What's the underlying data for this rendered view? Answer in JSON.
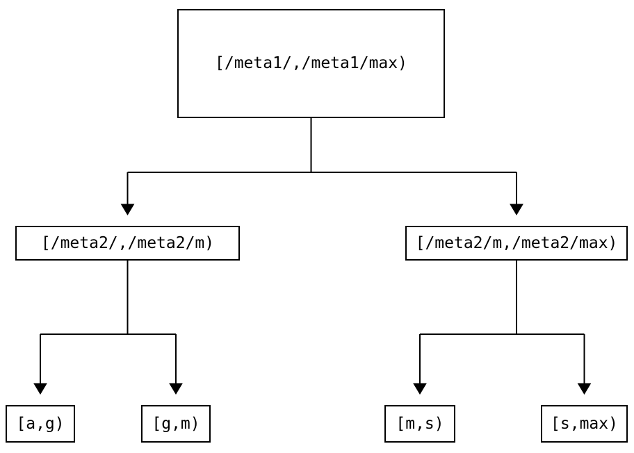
{
  "diagram": {
    "type": "tree",
    "background_color": "#ffffff",
    "line_color": "#000000",
    "text_color": "#000000",
    "nodes": {
      "root": {
        "label": "[/meta1/,/meta1/max)"
      },
      "left_child": {
        "label": "[/meta2/,/meta2/m)"
      },
      "right_child": {
        "label": "[/meta2/m,/meta2/max)"
      },
      "leaf_1": {
        "label": "[a,g)"
      },
      "leaf_2": {
        "label": "[g,m)"
      },
      "leaf_3": {
        "label": "[m,s)"
      },
      "leaf_4": {
        "label": "[s,max)"
      }
    },
    "edges": [
      {
        "from": "root",
        "to": "left_child"
      },
      {
        "from": "root",
        "to": "right_child"
      },
      {
        "from": "left_child",
        "to": "leaf_1"
      },
      {
        "from": "left_child",
        "to": "leaf_2"
      },
      {
        "from": "right_child",
        "to": "leaf_3"
      },
      {
        "from": "right_child",
        "to": "leaf_4"
      }
    ],
    "icons": {
      "arrowhead": "down-triangle"
    }
  }
}
